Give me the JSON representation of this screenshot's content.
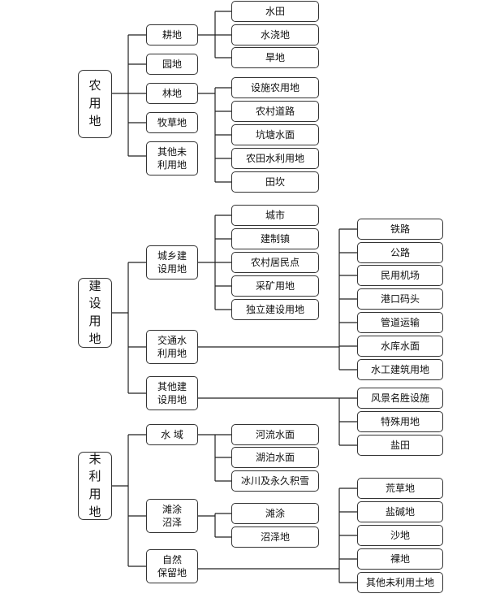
{
  "groups": [
    {
      "root": "农\n用\n地",
      "cats": [
        "耕地",
        "园地",
        "林地",
        "牧草地",
        "其他未\n利用地"
      ],
      "leaves_a": [
        "水田",
        "水浇地",
        "旱地"
      ],
      "leaves_b": [
        "设施农用地",
        "农村道路",
        "坑塘水面",
        "农田水利用地",
        "田坎"
      ]
    },
    {
      "root": "建\n设\n用\n地",
      "cats": [
        "城乡建\n设用地",
        "交通水\n利用地",
        "其他建\n设用地"
      ],
      "leaves_a": [
        "城市",
        "建制镇",
        "农村居民点",
        "采矿用地",
        "独立建设用地"
      ],
      "leaves_b": [
        "铁路",
        "公路",
        "民用机场",
        "港口码头",
        "管道运输",
        "水库水面",
        "水工建筑用地"
      ],
      "leaves_c": [
        "风景名胜设施",
        "特殊用地",
        "盐田"
      ]
    },
    {
      "root": "未\n利\n用\n地",
      "cats": [
        "水 域",
        "滩涂\n沼泽",
        "自然\n保留地"
      ],
      "leaves_a": [
        "河流水面",
        "湖泊水面",
        "冰川及永久积雪"
      ],
      "leaves_b": [
        "滩涂",
        "沼泽地"
      ],
      "leaves_c": [
        "荒草地",
        "盐碱地",
        "沙地",
        "裸地",
        "其他未利用土地"
      ]
    }
  ]
}
